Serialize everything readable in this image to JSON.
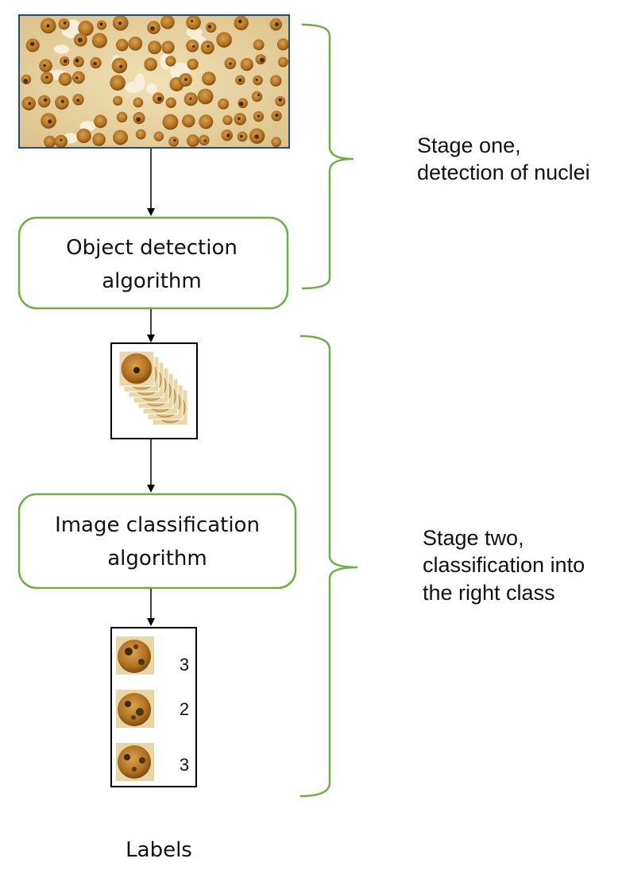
{
  "diagram": {
    "boxes": {
      "detection": {
        "line1": "Object detection",
        "line2": "algorithm"
      },
      "classification": {
        "line1": "Image classification",
        "line2": "algorithm"
      }
    },
    "stages": {
      "one": {
        "line1": "Stage one,",
        "line2": "detection of nuclei"
      },
      "two": {
        "line1": "Stage two,",
        "line2": "classification into",
        "line3": "the right class"
      }
    },
    "labels": [
      "3",
      "2",
      "3"
    ],
    "caption": "Labels",
    "colors": {
      "box_border": "#70ad47",
      "brace": "#70ad47",
      "arrow": "#000000",
      "tissue_background": "#e8d3a0",
      "nucleus": "#b87a22",
      "nucleus_dark": "#7a4a10"
    }
  }
}
